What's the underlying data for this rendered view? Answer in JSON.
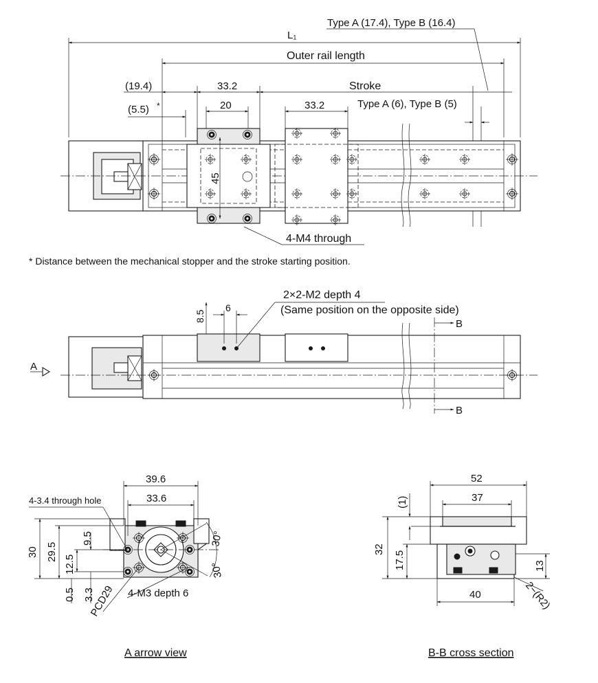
{
  "top_view": {
    "dimensions": {
      "l1": "L₁",
      "type_ab_top": "Type A (17.4), Type B (16.4)",
      "outer_rail_length": "Outer rail length",
      "d19_4": "(19.4)",
      "d33_2_a": "33.2",
      "stroke": "Stroke",
      "d5_5": "(5.5)",
      "asterisk": "*",
      "d20": "20",
      "d33_2_b": "33.2",
      "type_ab_stopper": "Type A (6), Type B (5)",
      "d45": "45",
      "m4_through": "4-M4 through"
    },
    "footnote": "* Distance between the mechanical stopper and the stroke starting position."
  },
  "side_view": {
    "m2_depth": "2×2-M2 depth 4",
    "m2_note": "(Same position on the opposite side)",
    "d8_5": "8.5",
    "d6": "6",
    "section_b_top": "B",
    "section_b_bottom": "B",
    "arrow_a": "A"
  },
  "arrow_view": {
    "d39_6": "39.6",
    "d33_6": "33.6",
    "hole_note": "4-3.4 through hole",
    "d30": "30",
    "d29_5": "29.5",
    "d9_5": "9.5",
    "d12_5": "12.5",
    "d0_5": "0.5",
    "d3_3": "3.3",
    "pcd": "PCD29",
    "m3_depth": "4-M3 depth 6",
    "angle_top": "30°",
    "angle_bottom": "30°",
    "caption": "A arrow view"
  },
  "section_view": {
    "d52": "52",
    "d37": "37",
    "d1": "(1)",
    "d32": "32",
    "d17_5": "17.5",
    "d13": "13",
    "d40": "40",
    "r2": "2−(R2)",
    "caption": "B-B cross section"
  }
}
